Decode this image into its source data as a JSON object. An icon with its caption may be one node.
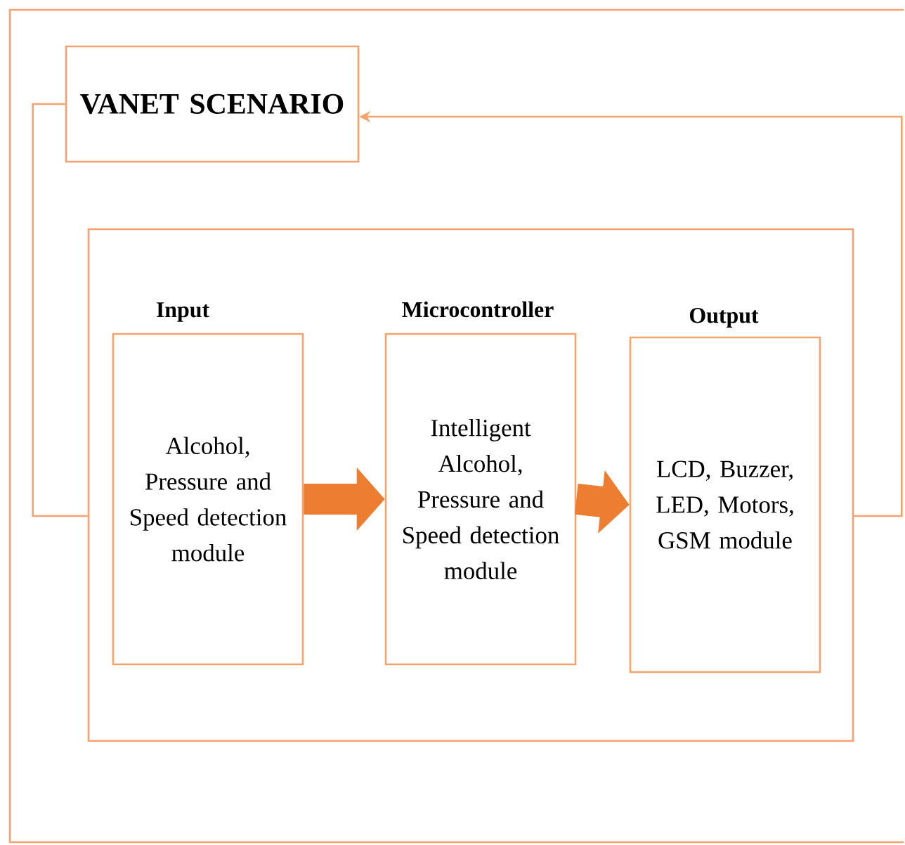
{
  "diagram": {
    "nodes": [
      {
        "text": [
          "VANET SCENARIO"
        ]
      },
      {
        "text": [],
        "shape": "box"
      },
      {
        "text": [
          "Input",
          "Alcohol, Pressure and Speed detection module"
        ],
        "in": 1
      },
      {
        "text": [
          "Microcontroller",
          "Intelligent Alcohol, Pressure and Speed detection module"
        ],
        "in": 1
      },
      {
        "text": [
          "Output",
          "LCD, Buzzer, LED, Motors, GSM module"
        ],
        "in": 1
      }
    ],
    "edges": [
      {
        "from": 2,
        "to": 3,
        "arrow": "to",
        "style": "thick",
        "color": "#ed7d31"
      },
      {
        "from": 3,
        "to": 4,
        "arrow": "to",
        "style": "thick",
        "color": "#ed7d31"
      },
      {
        "from": 1,
        "to": 0,
        "arrow": "to"
      },
      {
        "from": 0,
        "to": 1,
        "arrow": "none"
      }
    ]
  }
}
